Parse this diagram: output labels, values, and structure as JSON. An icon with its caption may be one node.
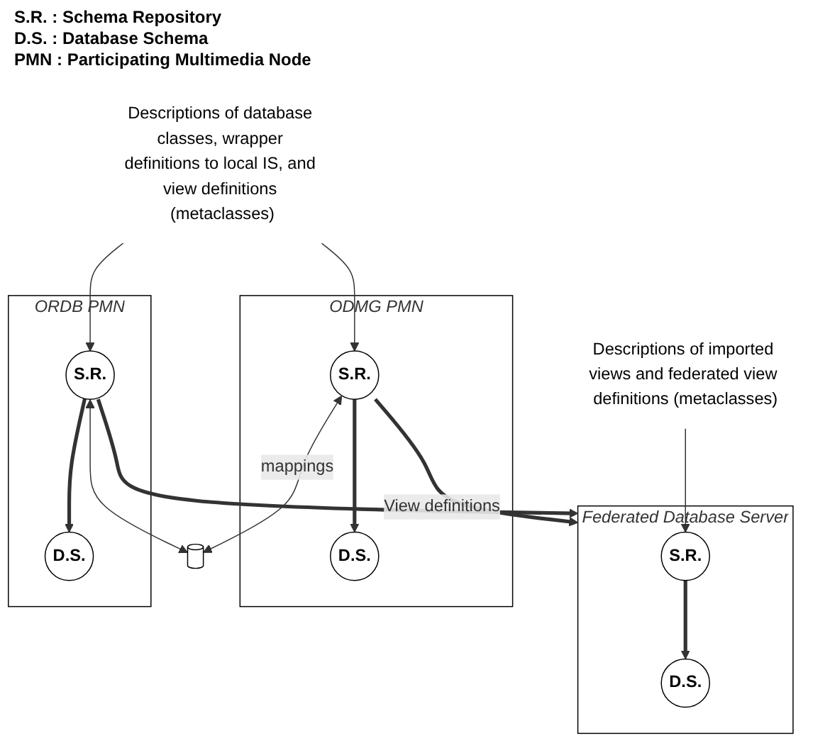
{
  "diagram": {
    "nodes": [
      {
        "text": [
          "Federated Database Server"
        ]
      },
      {
        "text": [
          "S.R."
        ],
        "in": 0
      },
      {
        "text": [
          "D.S."
        ],
        "in": 0
      },
      {
        "text": [
          "ODMG PMN"
        ]
      },
      {
        "text": [
          "S.R."
        ],
        "in": 3
      },
      {
        "text": [
          "D.S."
        ],
        "in": 3
      },
      {
        "text": [
          "ORDB PMN"
        ]
      },
      {
        "text": [
          "S.R."
        ],
        "in": 6
      },
      {
        "text": [
          "D.S."
        ],
        "in": 6
      },
      {
        "text": [],
        "shape": "cylinder"
      },
      {
        "text": [
          "Descriptions of imported views and federated view definitions (metaclasses)"
        ]
      },
      {
        "text": [
          "Descriptions of database classes, wrapper definitions to local IS, and view definitions (metaclasses)"
        ]
      }
    ],
    "edges": [
      {
        "from": 10,
        "to": 1,
        "arrow": "to"
      },
      {
        "from": 1,
        "to": 2,
        "arrow": "to",
        "style": "thick"
      },
      {
        "from": 11,
        "to": 4,
        "arrow": "to"
      },
      {
        "from": 11,
        "to": 7,
        "arrow": "to"
      },
      {
        "from": 4,
        "to": 5,
        "arrow": "to",
        "style": "thick"
      },
      {
        "from": 7,
        "to": 8,
        "arrow": "to",
        "style": "thick"
      },
      {
        "from": 4,
        "to": 0,
        "arrow": "to",
        "style": "thick",
        "label": "View definitions"
      },
      {
        "from": 7,
        "to": 0,
        "arrow": "to",
        "style": "thick"
      },
      {
        "from": 4,
        "to": 9,
        "arrow": "both",
        "label": "mappings"
      },
      {
        "from": 7,
        "to": 9,
        "arrow": "both"
      }
    ],
    "labels": [
      "S.R. : Schema Repository",
      "D.S. : Database Schema",
      "PMN : Participating Multimedia Node"
    ]
  }
}
